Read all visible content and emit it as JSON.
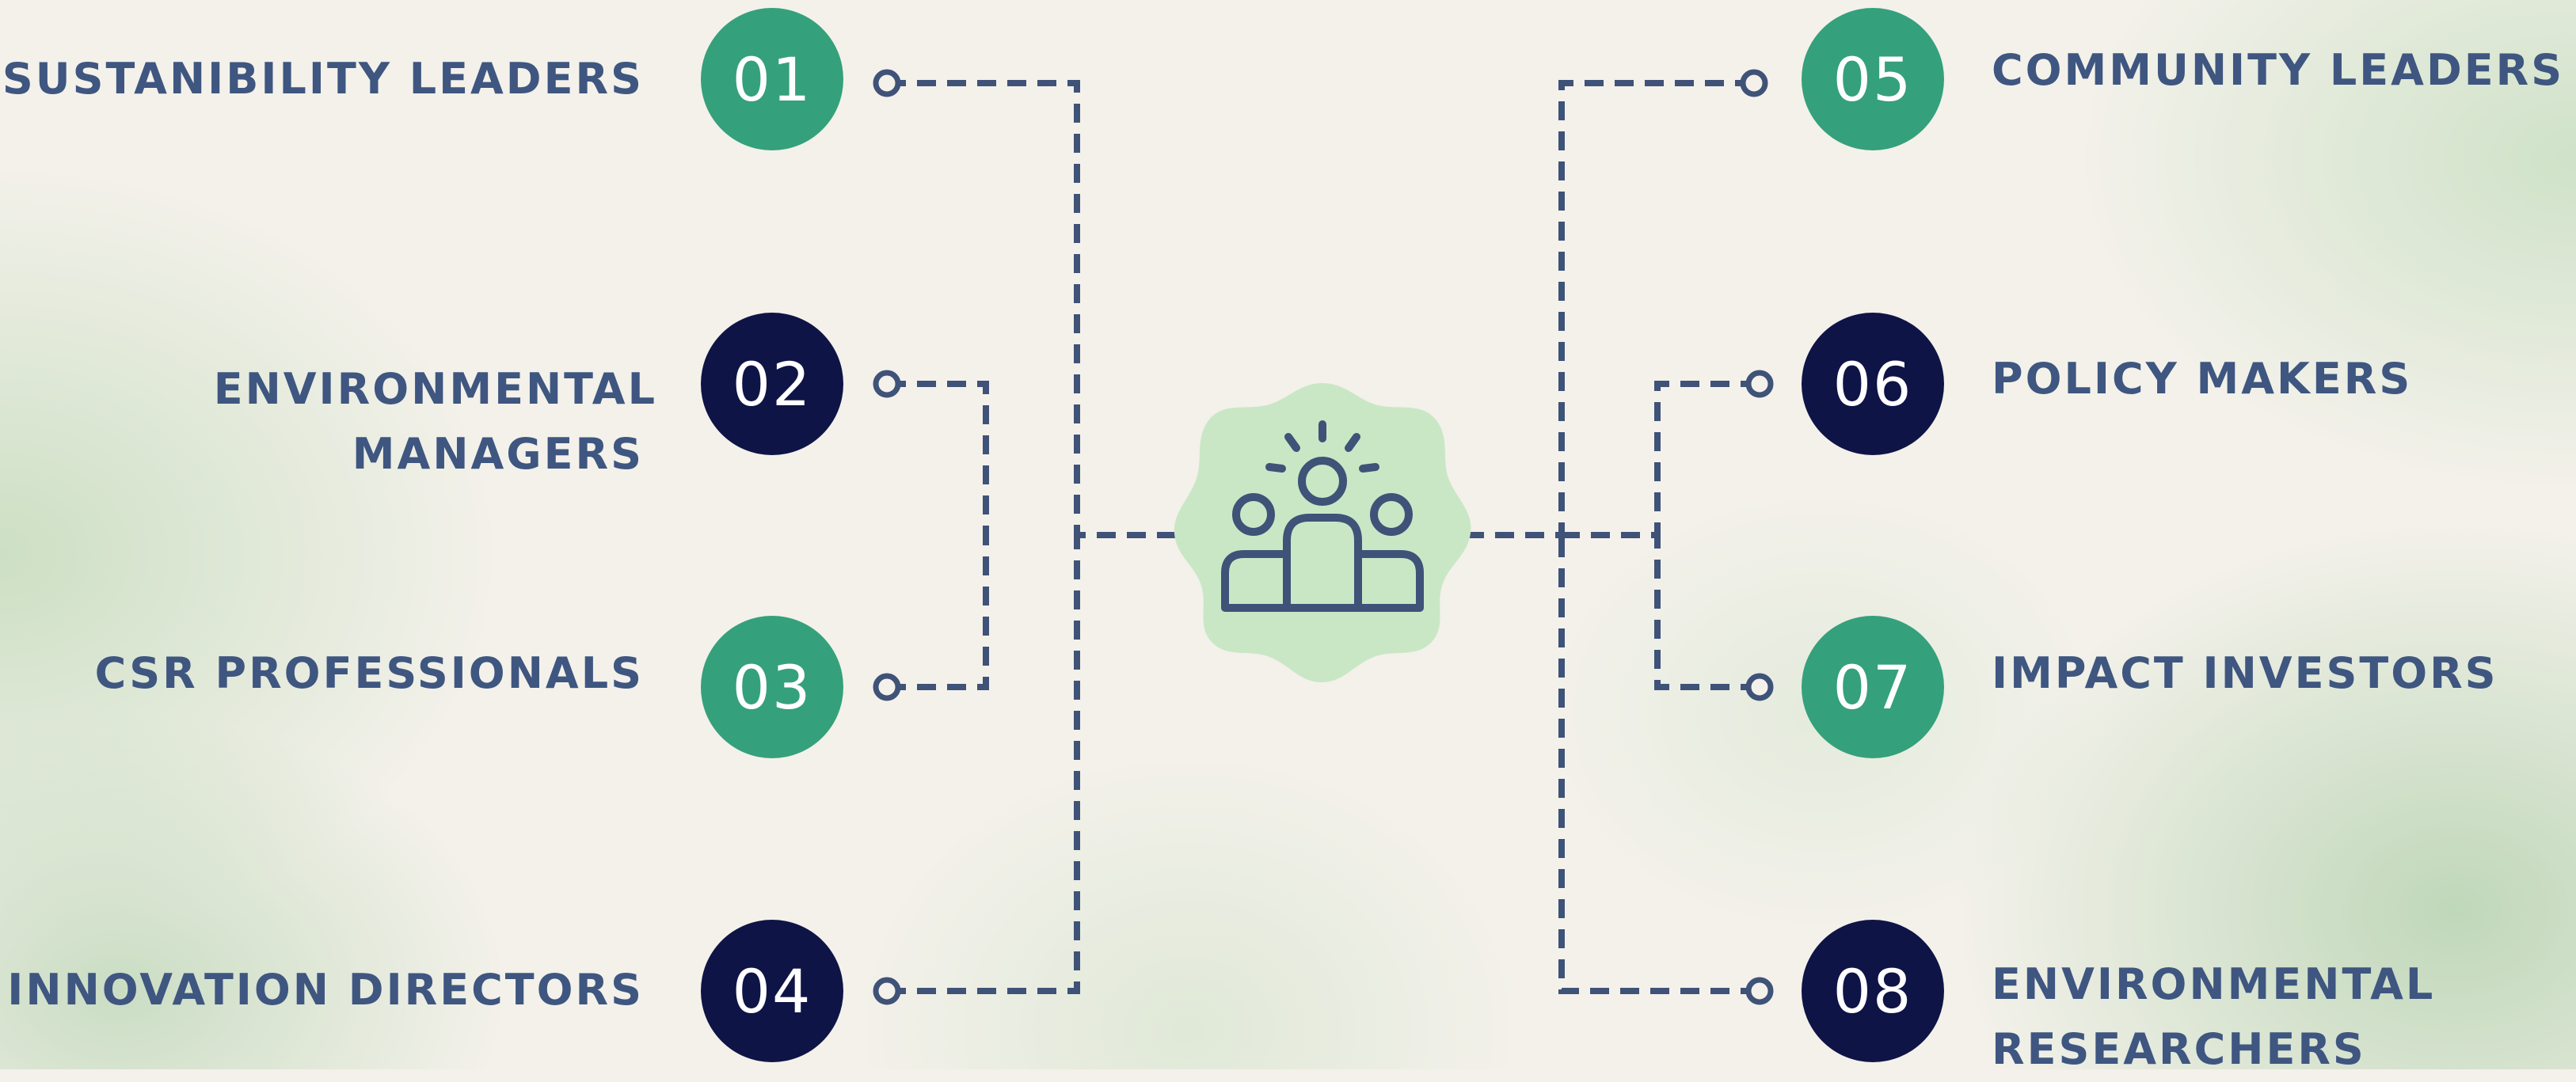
{
  "diagram": {
    "center_icon": "people-group-icon",
    "colors": {
      "green": "#35a07c",
      "navy": "#0f1446",
      "text": "#3e5680",
      "line": "#3f5278",
      "center_blob": "#c9e7c5"
    },
    "left_items": [
      {
        "number": "01",
        "lines": [
          "SUSTANIBILITY LEADERS"
        ],
        "color": "green"
      },
      {
        "number": "02",
        "lines": [
          "ENVIRONMENTAL",
          "MANAGERS"
        ],
        "color": "navy"
      },
      {
        "number": "03",
        "lines": [
          "CSR PROFESSIONALS"
        ],
        "color": "green"
      },
      {
        "number": "04",
        "lines": [
          "INNOVATION DIRECTORS"
        ],
        "color": "navy"
      }
    ],
    "right_items": [
      {
        "number": "05",
        "lines": [
          "COMMUNITY LEADERS"
        ],
        "color": "green"
      },
      {
        "number": "06",
        "lines": [
          "POLICY MAKERS"
        ],
        "color": "navy"
      },
      {
        "number": "07",
        "lines": [
          "IMPACT INVESTORS"
        ],
        "color": "green"
      },
      {
        "number": "08",
        "lines": [
          "ENVIRONMENTAL",
          "RESEARCHERS"
        ],
        "color": "navy"
      }
    ]
  }
}
